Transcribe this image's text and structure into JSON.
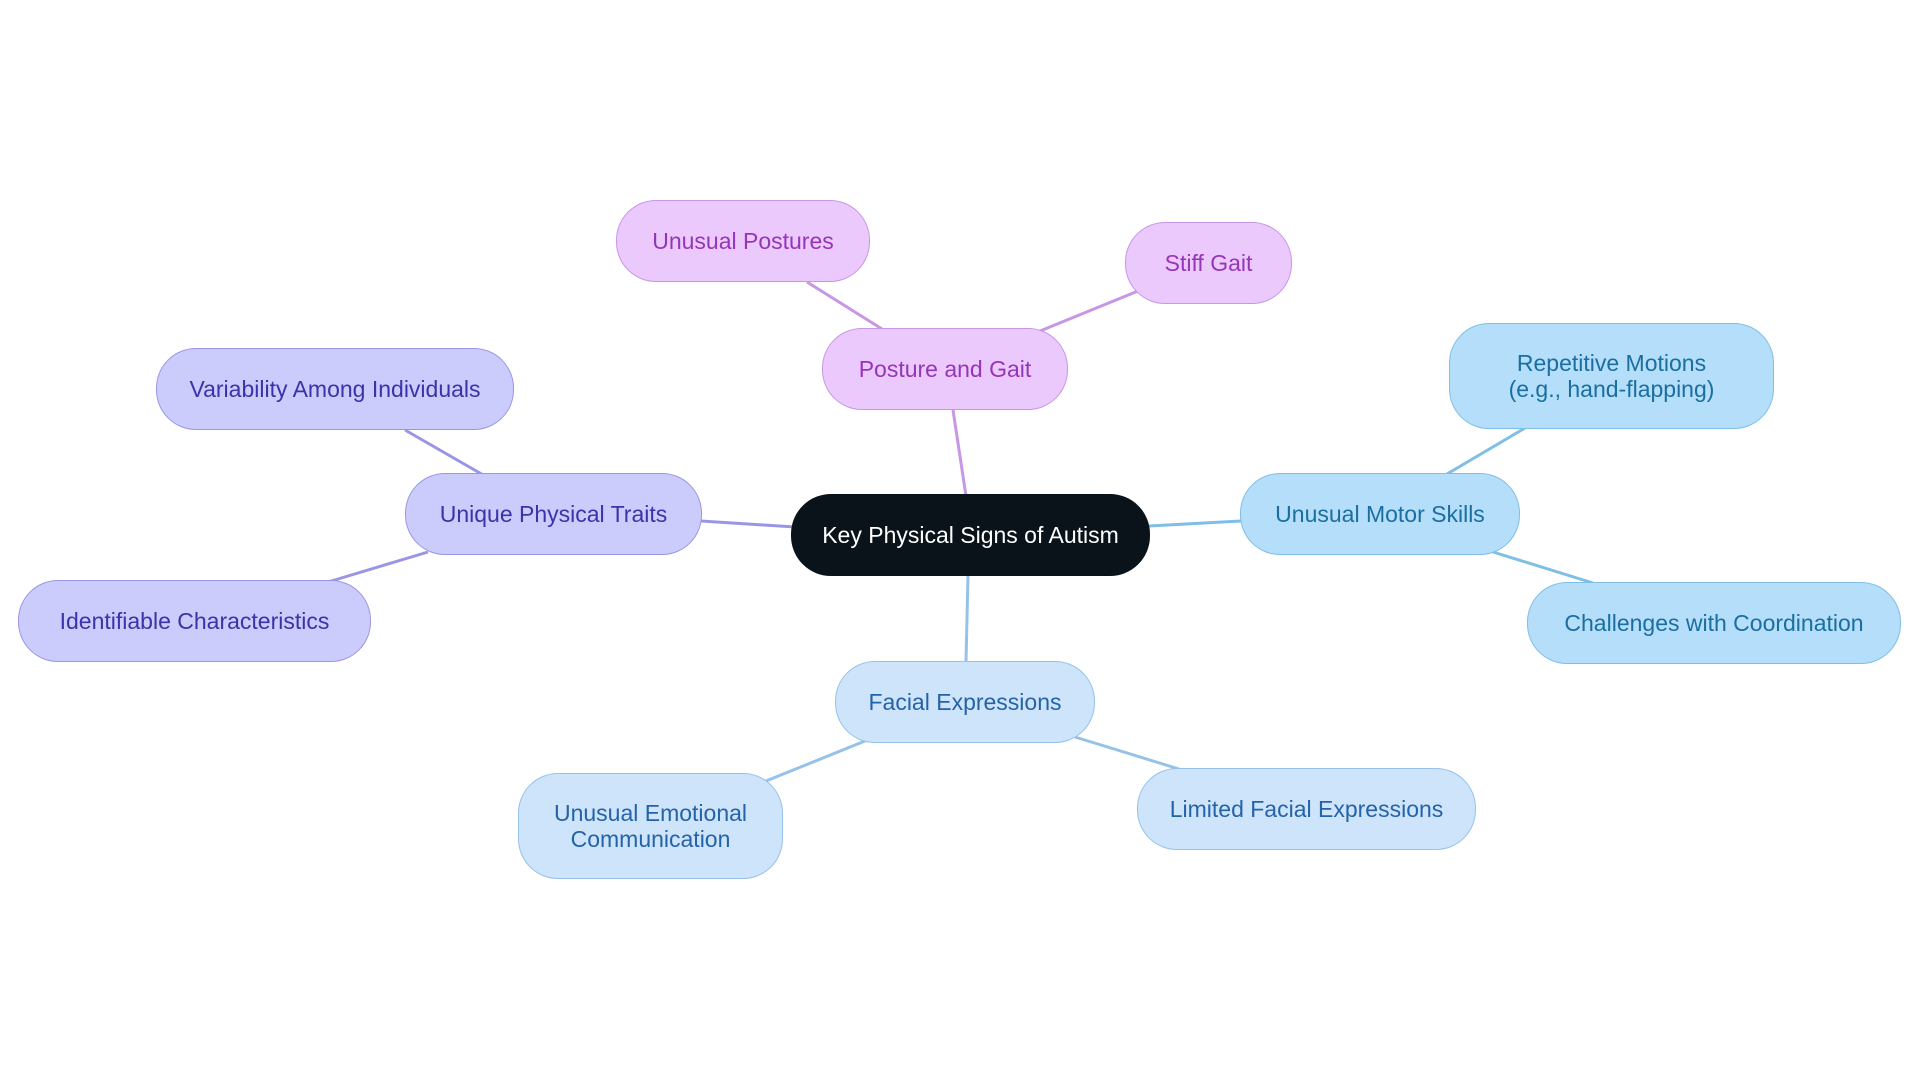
{
  "diagram": {
    "type": "mind-map",
    "center": {
      "label": "Key Physical Signs of Autism"
    },
    "branches": [
      {
        "label": "Unique Physical Traits",
        "color": "#9a96e6",
        "children": [
          "Variability Among Individuals",
          "Identifiable Characteristics"
        ]
      },
      {
        "label": "Posture and Gait",
        "color": "#c797e6",
        "children": [
          "Unusual Postures",
          "Stiff Gait"
        ]
      },
      {
        "label": "Unusual Motor Skills",
        "color": "#7fbfe6",
        "children": [
          "Repetitive Motions (e.g., hand-flapping)",
          "Challenges with Coordination"
        ]
      },
      {
        "label": "Facial Expressions",
        "color": "#96c2ea",
        "children": [
          "Unusual Emotional Communication",
          "Limited Facial Expressions"
        ]
      }
    ]
  }
}
